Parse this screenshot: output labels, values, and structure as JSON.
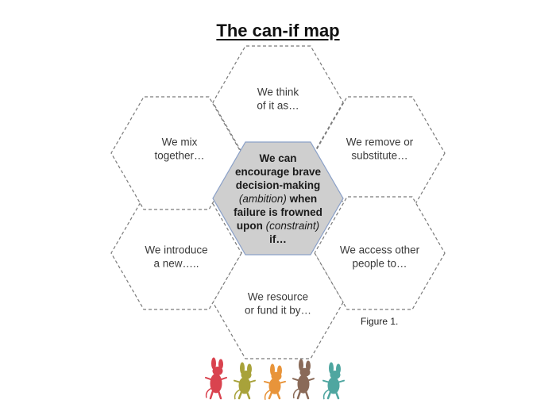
{
  "title": "The can-if map",
  "caption": "Figure 1.",
  "center": {
    "lines": [
      [
        {
          "t": "We can",
          "i": false
        }
      ],
      [
        {
          "t": "encourage brave",
          "i": false
        }
      ],
      [
        {
          "t": "decision-making",
          "i": false
        }
      ],
      [
        {
          "t": "(ambition)",
          "i": true
        },
        {
          "t": " when",
          "i": false
        }
      ],
      [
        {
          "t": "failure is frowned",
          "i": false
        }
      ],
      [
        {
          "t": "upon ",
          "i": false
        },
        {
          "t": "(constraint)",
          "i": true
        }
      ],
      [
        {
          "t": "if…",
          "i": false
        }
      ]
    ]
  },
  "hexagons": [
    {
      "id": "top",
      "lines": [
        "We think",
        "of it as…"
      ]
    },
    {
      "id": "top-right",
      "lines": [
        "We remove or",
        "substitute…"
      ]
    },
    {
      "id": "bottom-right",
      "lines": [
        "We access other",
        "people to…"
      ]
    },
    {
      "id": "bottom",
      "lines": [
        "We resource",
        "or fund it by…"
      ]
    },
    {
      "id": "bottom-left",
      "lines": [
        "We introduce",
        "a new….."
      ]
    },
    {
      "id": "top-left",
      "lines": [
        "We mix",
        "together…"
      ]
    }
  ],
  "colors": {
    "mascot_red": "#d9434f",
    "mascot_olive": "#a8a23a",
    "mascot_orange": "#e8943a",
    "mascot_brown": "#8a6a58",
    "mascot_teal": "#4fa6a0"
  }
}
